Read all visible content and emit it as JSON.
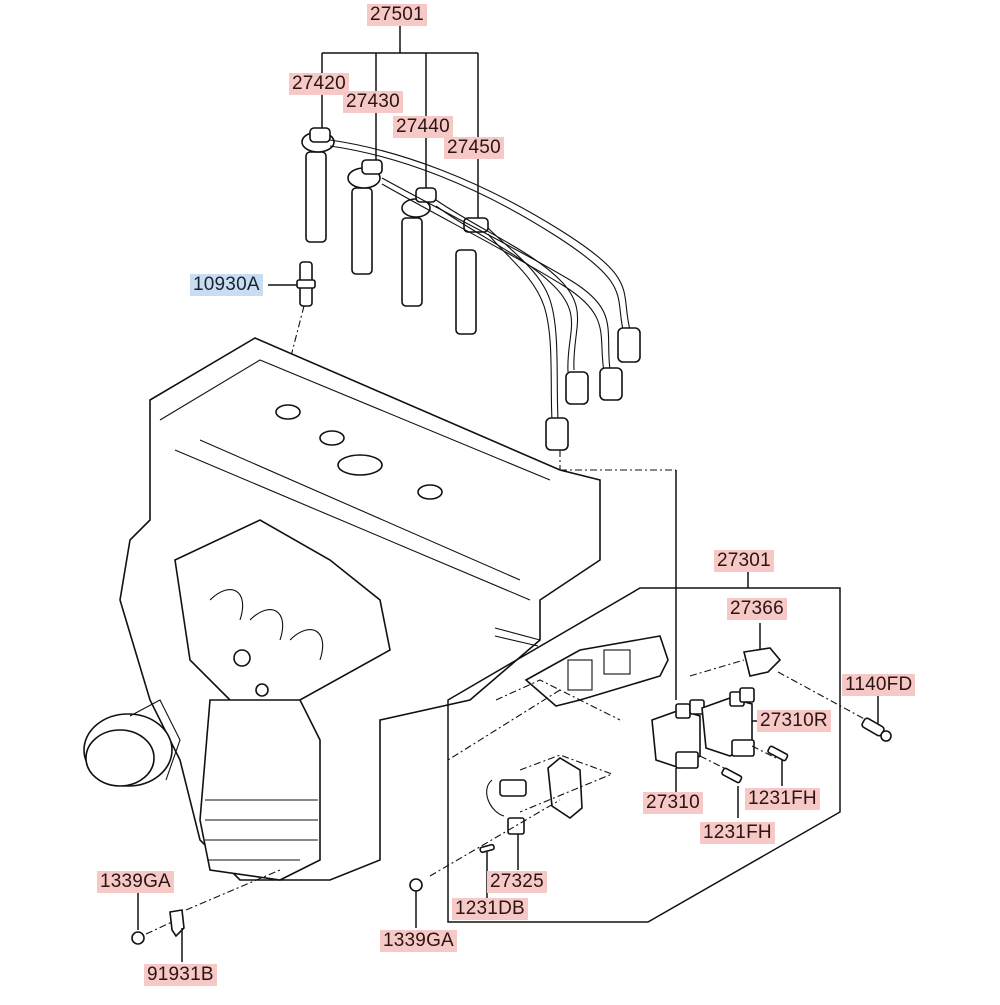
{
  "diagram": {
    "title": "Ignition system parts diagram",
    "label_colors": {
      "part_label_bg": "#f6c9c6",
      "highlighted_label_bg": "#c8dcf2",
      "line": "#111111"
    },
    "components": [
      {
        "id": "spark-plug-cable-set",
        "part_number": "27501"
      },
      {
        "id": "cable-1",
        "part_number": "27420"
      },
      {
        "id": "cable-2",
        "part_number": "27430"
      },
      {
        "id": "cable-3",
        "part_number": "27440"
      },
      {
        "id": "cable-4",
        "part_number": "27450"
      },
      {
        "id": "spark-plug",
        "part_number": "10930A",
        "highlighted": true
      },
      {
        "id": "ignition-coil-assembly",
        "part_number": "27301"
      },
      {
        "id": "bracket",
        "part_number": "27366"
      },
      {
        "id": "bolt-bracket",
        "part_number": "1140FD"
      },
      {
        "id": "ignition-coil-rear",
        "part_number": "27310R"
      },
      {
        "id": "ignition-coil",
        "part_number": "27310"
      },
      {
        "id": "screw-coil-right",
        "part_number": "1231FH"
      },
      {
        "id": "screw-coil-left",
        "part_number": "1231FH"
      },
      {
        "id": "sensor",
        "part_number": "27325"
      },
      {
        "id": "screw-sensor",
        "part_number": "1231DB"
      },
      {
        "id": "nut-center",
        "part_number": "1339GA"
      },
      {
        "id": "nut-left",
        "part_number": "1339GA"
      },
      {
        "id": "clip",
        "part_number": "91931B"
      }
    ]
  }
}
